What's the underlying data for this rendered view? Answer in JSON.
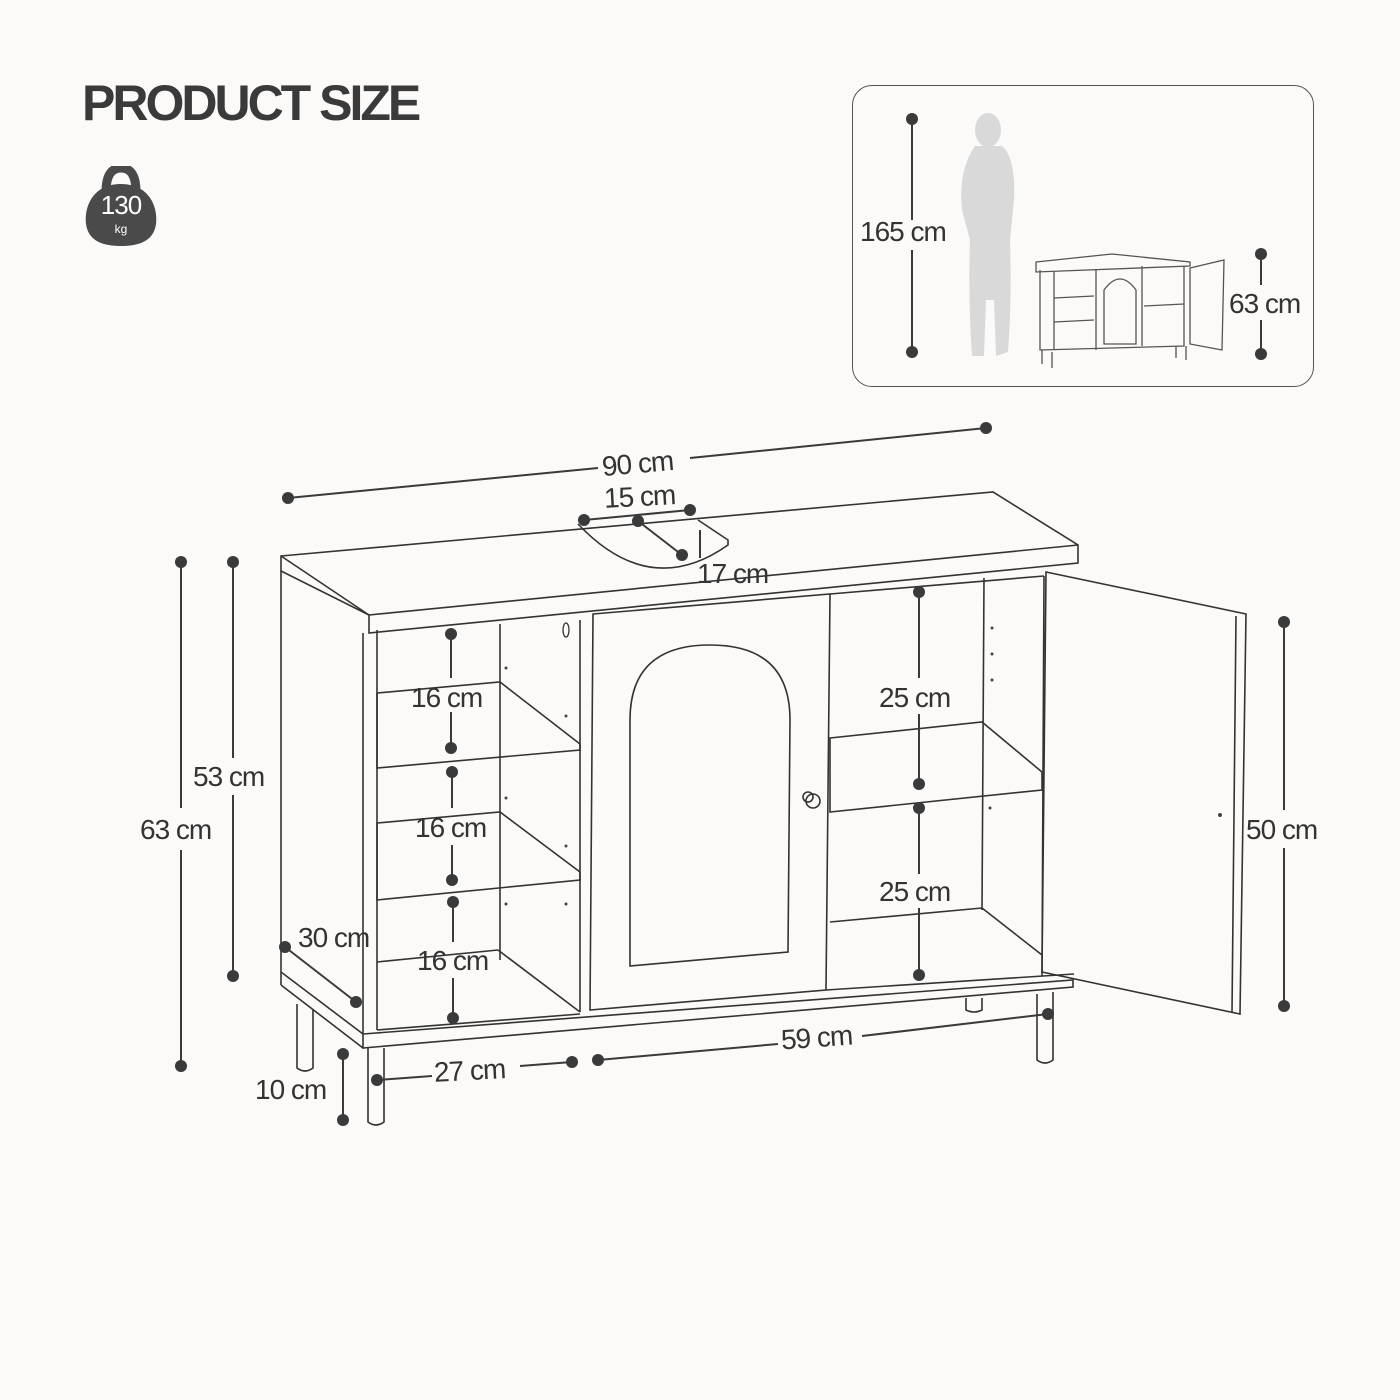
{
  "title": "PRODUCT SIZE",
  "weight": {
    "value": "130",
    "unit": "kg",
    "icon": "kettlebell-icon"
  },
  "inset": {
    "person_height": "165 cm",
    "cabinet_height": "63 cm"
  },
  "dimensions": {
    "width_total": "90 cm",
    "sink_cutout_width": "15 cm",
    "sink_cutout_depth": "17 cm",
    "inner_height": "53 cm",
    "total_height": "63 cm",
    "door_height": "50 cm",
    "left_shelf_1": "16 cm",
    "left_shelf_2": "16 cm",
    "left_shelf_3": "16 cm",
    "right_shelf_1": "25 cm",
    "right_shelf_2": "25 cm",
    "depth": "30 cm",
    "leg_height": "10 cm",
    "left_section_width": "27 cm",
    "right_section_width": "59 cm"
  },
  "colors": {
    "line": "#333333",
    "dot": "#3a3a3a",
    "icon": "#4a4a4a",
    "silhouette": "#d9d9d9",
    "background": "#fbfaf8"
  }
}
